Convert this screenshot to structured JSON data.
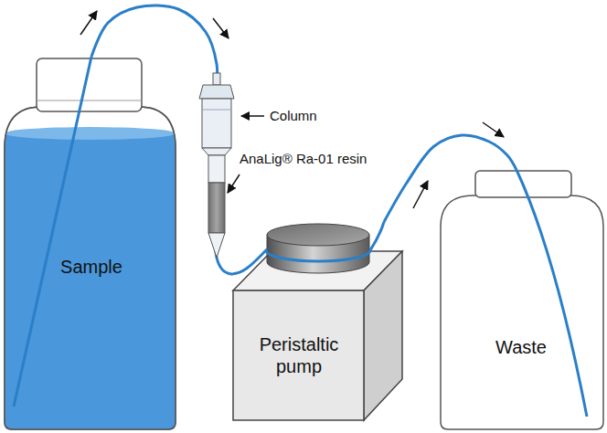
{
  "diagram": {
    "nodes": [
      {
        "text": [
          "Sample"
        ]
      },
      {
        "text": [
          "Peristaltic pump"
        ]
      },
      {
        "text": [
          "Waste"
        ]
      }
    ],
    "edges": [
      {
        "from": 0,
        "to": 1,
        "arrow": "none"
      },
      {
        "from": 1,
        "to": 2,
        "arrow": "none"
      }
    ],
    "labels": [
      "Column",
      "AnaLig® Ra-01 resin"
    ]
  }
}
